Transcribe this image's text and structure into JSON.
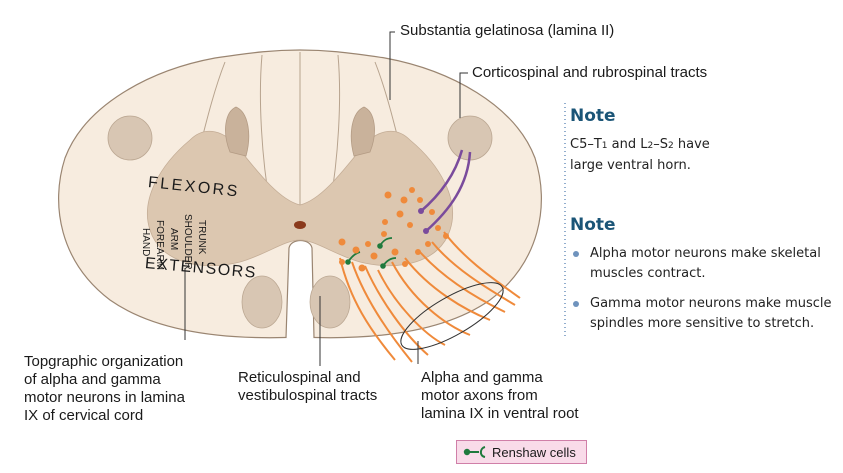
{
  "labels": {
    "substantia_gelatinosa": "Substantia gelatinosa (lamina II)",
    "corticospinal": "Corticospinal and rubrospinal tracts",
    "flexors": "FLEXORS",
    "extensors": "EXTENSORS",
    "hand": "HAND",
    "forearm": "FOREARM",
    "arm": "ARM",
    "shoulder": "SHOULDER",
    "trunk": "TRUNK",
    "topographic": [
      "Topgraphic organization",
      "of alpha and gamma",
      "motor neurons in lamina",
      "IX of cervical cord"
    ],
    "reticulospinal": [
      "Reticulospinal and",
      "vestibulospinal tracts"
    ],
    "alpha_gamma": [
      "Alpha and gamma",
      "motor axons from",
      "lamina IX in ventral root"
    ]
  },
  "note1": {
    "title": "Note",
    "line1_a": "C5–T",
    "line1_b": "1",
    "line1_c": " and L",
    "line1_d": "2",
    "line1_e": "–S",
    "line1_f": "2",
    "line1_g": " have",
    "line2": "large ventral horn."
  },
  "note2": {
    "title": "Note",
    "items": [
      [
        "Alpha motor neurons make skeletal",
        "muscles contract."
      ],
      [
        "Gamma motor neurons make muscle",
        "spindles more sensitive to stretch."
      ]
    ]
  },
  "legend": {
    "label": "Renshaw cells"
  },
  "colors": {
    "white_matter": "#f7ecdf",
    "gray_matter": "#dcc7b0",
    "tract": "#d8c6b3",
    "outline": "#9a8571",
    "neuron": "#ef8a3b",
    "renshaw": "#1f7a3d",
    "corticospinal": "#7a4b9c",
    "note_blue": "#1b5577",
    "legend_bg": "#f9dbe9"
  }
}
